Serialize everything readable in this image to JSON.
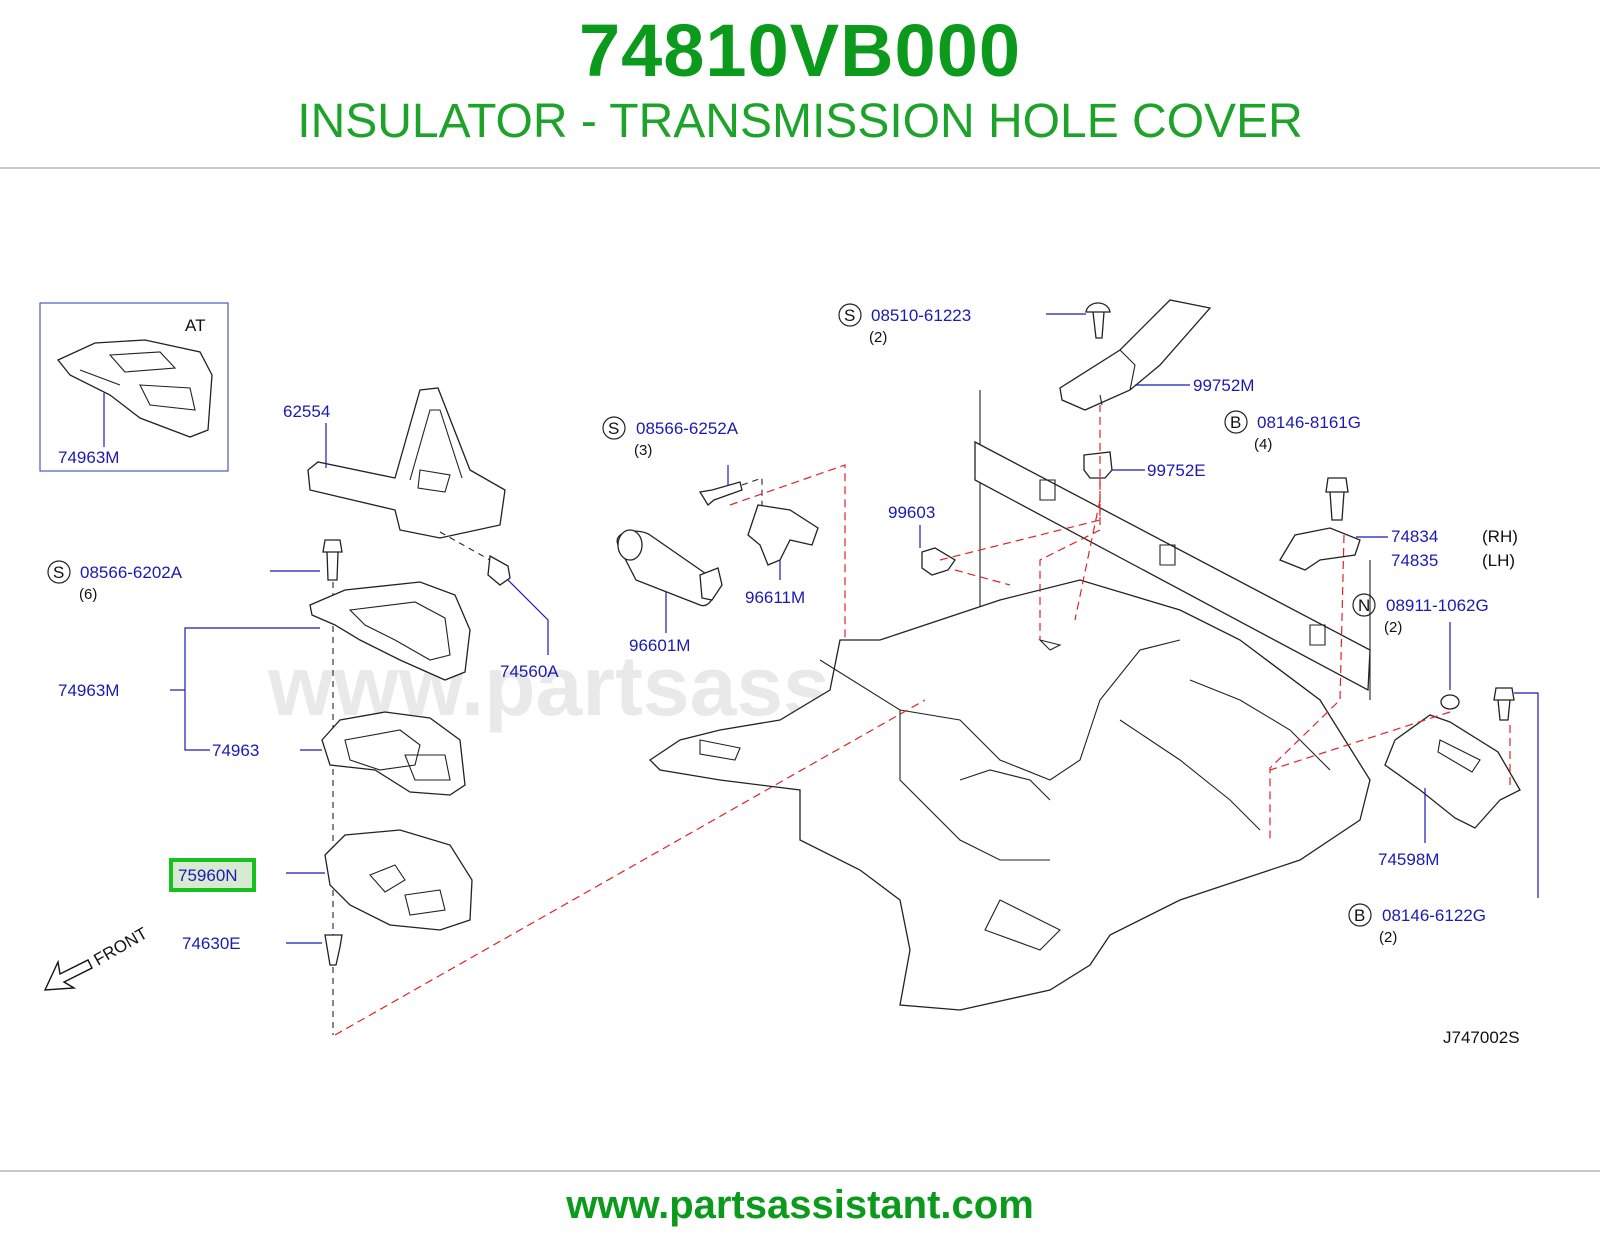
{
  "header": {
    "part_number": "74810VB000",
    "part_name": "INSULATOR - TRANSMISSION HOLE COVER"
  },
  "footer": {
    "website": "www.partsassistant.com"
  },
  "watermark": "www.partsassistant.com",
  "diagram": {
    "inset_label": "AT",
    "inset_part": "74963M",
    "front_label": "FRONT",
    "drawing_code": "J747002S",
    "highlighted_part": "75960N",
    "highlight_color": "#17c21f",
    "labels": {
      "p62554": "62554",
      "p74560A": "74560A",
      "p74963M": "74963M",
      "p74963": "74963",
      "p75960N": "75960N",
      "p74630E": "74630E",
      "p96601M": "96601M",
      "p96611M": "96611M",
      "p99603": "99603",
      "p99752M": "99752M",
      "p99752E": "99752E",
      "p74834": "74834",
      "p74835": "74835",
      "rh": "(RH)",
      "lh": "(LH)",
      "p74598M": "74598M"
    },
    "fasteners": [
      {
        "prefix": "S",
        "code": "08566-6202A",
        "qty": "(6)"
      },
      {
        "prefix": "S",
        "code": "08566-6252A",
        "qty": "(3)"
      },
      {
        "prefix": "S",
        "code": "08510-61223",
        "qty": "(2)"
      },
      {
        "prefix": "B",
        "code": "08146-8161G",
        "qty": "(4)"
      },
      {
        "prefix": "N",
        "code": "08911-1062G",
        "qty": "(2)"
      },
      {
        "prefix": "B",
        "code": "08146-6122G",
        "qty": "(2)"
      }
    ]
  }
}
